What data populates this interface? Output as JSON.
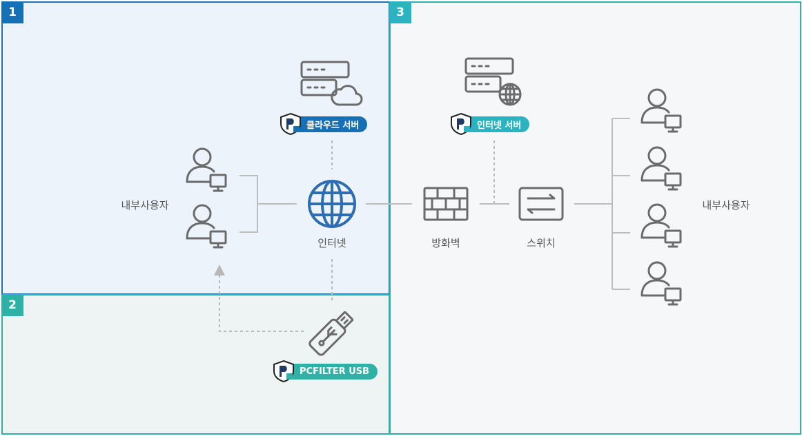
{
  "zones": [
    {
      "number": "1",
      "color": "#1670b5"
    },
    {
      "number": "2",
      "color": "#2fb1a7"
    },
    {
      "number": "3",
      "color": "#2bb3c1"
    }
  ],
  "labels": {
    "internal_users_left": "내부사용자",
    "internal_users_right": "내부사용자",
    "internet": "인터넷",
    "firewall": "방화벽",
    "switch": "스위치"
  },
  "badges": {
    "cloud_server": "클라우드 서버",
    "internet_server": "인터넷 서버",
    "pcfilter_usb": "PCFILTER USB"
  },
  "icons": [
    "user-pc-icon",
    "globe-icon",
    "cloud-server-icon",
    "web-server-icon",
    "firewall-icon",
    "switch-icon",
    "usb-drive-icon",
    "pcfilter-shield-icon"
  ]
}
